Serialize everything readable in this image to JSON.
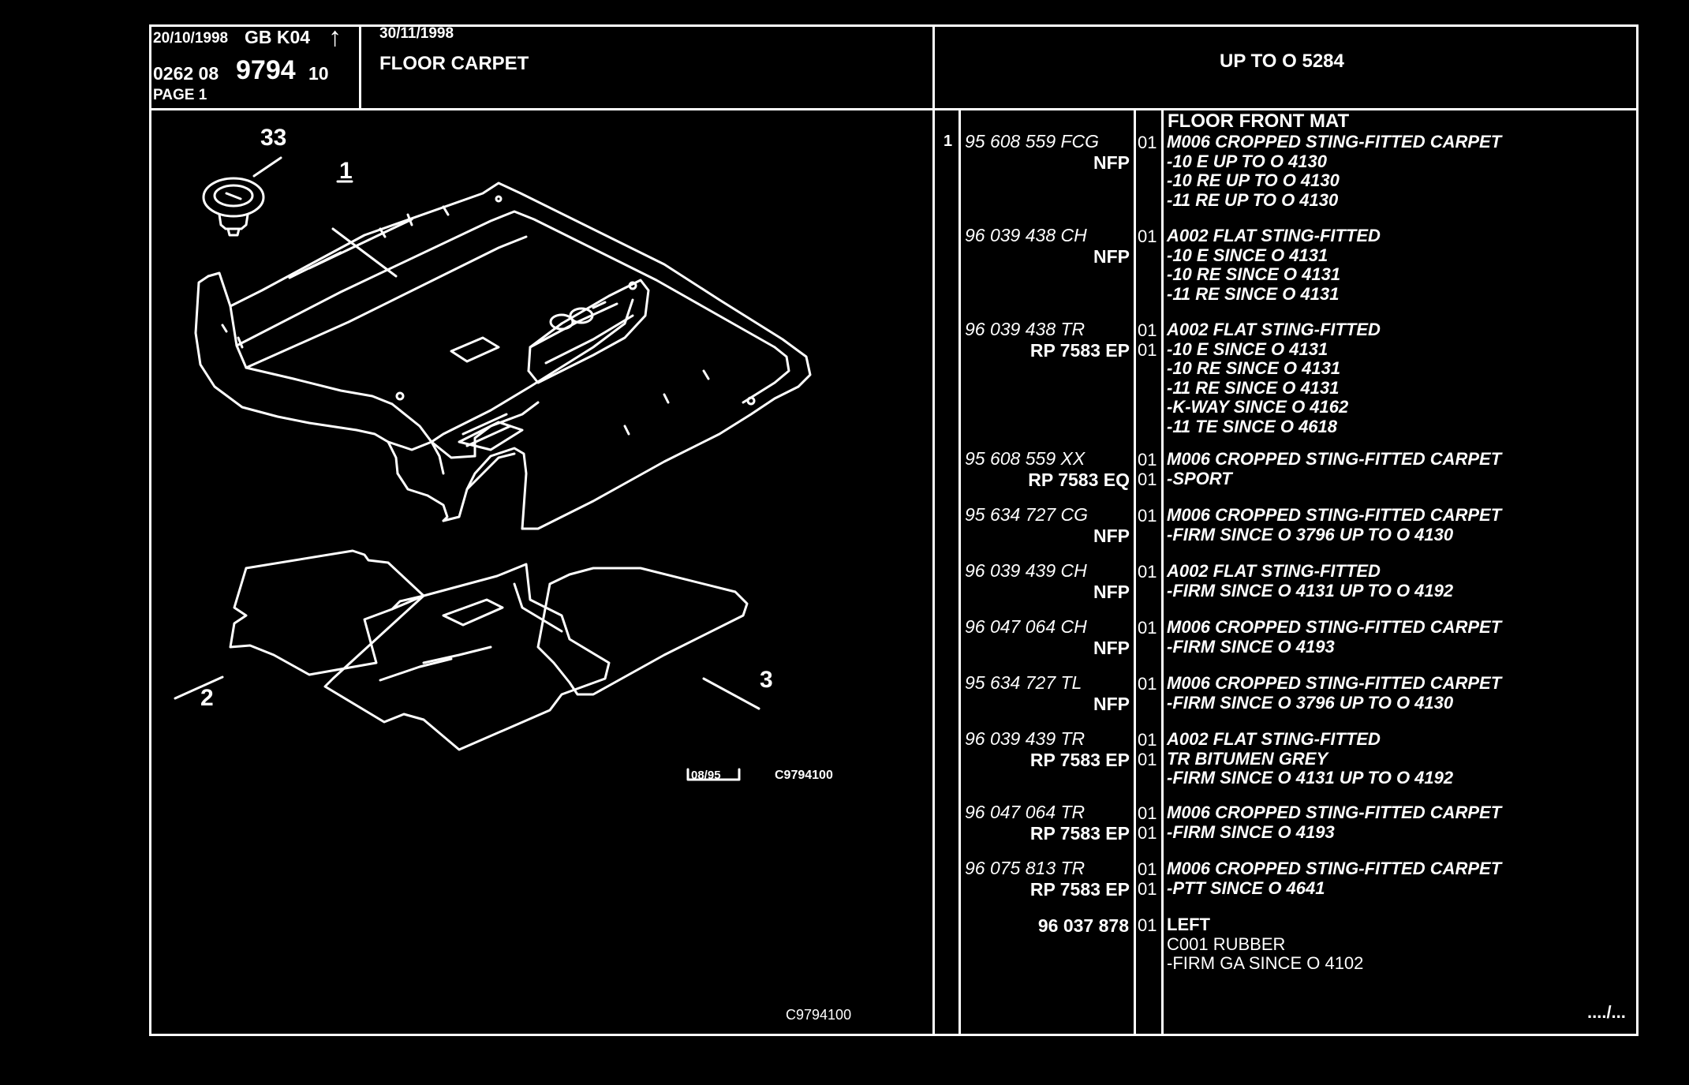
{
  "header": {
    "date1": "20/10/1998",
    "code1": "GB  K04",
    "arrow": "↑",
    "prefix": "0262  08",
    "number": "9794",
    "suffix": "10",
    "page": "PAGE  1",
    "date2": "30/11/1998",
    "title": "FLOOR CARPET",
    "range": "UP  TO  O   5284"
  },
  "drawing": {
    "callouts": [
      "33",
      "1",
      "2",
      "3"
    ],
    "stamp": "08/95",
    "ref_code": "C9794100",
    "footer_ref": "C9794100"
  },
  "parts": {
    "group_title": "FLOOR FRONT MAT",
    "rows": [
      {
        "ref": "1",
        "pn": "95 608 559 FCG",
        "pn2": "NFP",
        "qty": [
          "01"
        ],
        "lines": [
          "M006 CROPPED STING-FITTED CARPET",
          "-10 E UP  TO  O  4130",
          "-10 RE UP  TO  O  4130",
          "-11 RE UP  TO  O  4130"
        ]
      },
      {
        "ref": "",
        "pn": "96 039 438 CH",
        "pn2": "NFP",
        "qty": [
          "01"
        ],
        "lines": [
          "A002 FLAT STING-FITTED",
          "-10 E SINCE  O  4131",
          "-10 RE SINCE  O  4131",
          "-11 RE SINCE  O  4131"
        ]
      },
      {
        "ref": "",
        "pn": "96 039 438 TR",
        "pn2": "RP  7583  EP",
        "qty": [
          "01",
          "01"
        ],
        "lines": [
          "A002 FLAT STING-FITTED",
          "-10 E SINCE  O  4131",
          "-10 RE SINCE  O  4131",
          "-11 RE SINCE  O  4131",
          "-K-WAY SINCE  O  4162",
          "-11 TE SINCE  O  4618"
        ]
      },
      {
        "ref": "",
        "pn": "95 608 559 XX",
        "pn2": "RP  7583  EQ",
        "qty": [
          "01",
          "01"
        ],
        "lines": [
          "M006 CROPPED STING-FITTED CARPET",
          "-SPORT"
        ]
      },
      {
        "ref": "",
        "pn": "95 634 727 CG",
        "pn2": "NFP",
        "qty": [
          "01"
        ],
        "lines": [
          "M006 CROPPED STING-FITTED CARPET",
          "-FIRM SINCE  O  3796 UP  TO  O  4130"
        ]
      },
      {
        "ref": "",
        "pn": "96 039 439 CH",
        "pn2": "NFP",
        "qty": [
          "01"
        ],
        "lines": [
          "A002 FLAT STING-FITTED",
          "-FIRM SINCE  O  4131 UP  TO  O  4192"
        ]
      },
      {
        "ref": "",
        "pn": "96 047 064 CH",
        "pn2": "NFP",
        "qty": [
          "01"
        ],
        "lines": [
          "M006 CROPPED STING-FITTED CARPET",
          "-FIRM SINCE  O  4193"
        ]
      },
      {
        "ref": "",
        "pn": "95 634 727 TL",
        "pn2": "NFP",
        "qty": [
          "01"
        ],
        "lines": [
          "M006 CROPPED STING-FITTED CARPET",
          "-FIRM SINCE  O  3796 UP  TO  O  4130"
        ]
      },
      {
        "ref": "",
        "pn": "96 039 439 TR",
        "pn2": "RP  7583  EP",
        "qty": [
          "01",
          "01"
        ],
        "lines": [
          "A002 FLAT STING-FITTED",
          "TR BITUMEN GREY",
          "-FIRM SINCE  O  4131 UP  TO  O  4192"
        ]
      },
      {
        "ref": "",
        "pn": "96 047 064 TR",
        "pn2": "RP  7583  EP",
        "qty": [
          "01",
          "01"
        ],
        "lines": [
          "M006 CROPPED STING-FITTED CARPET",
          "-FIRM SINCE  O  4193"
        ]
      },
      {
        "ref": "",
        "pn": "96 075 813 TR",
        "pn2": "RP  7583  EP",
        "qty": [
          "01",
          "01"
        ],
        "lines": [
          "M006 CROPPED STING-FITTED CARPET",
          "-PTT SINCE  O  4641"
        ]
      },
      {
        "ref": "",
        "pn": "96 037 878",
        "pn2": "",
        "qty": [
          "01"
        ],
        "lines": [
          "LEFT",
          "C001 RUBBER",
          "-FIRM GA SINCE  O  4102"
        ]
      }
    ],
    "continuation": "..../..."
  }
}
